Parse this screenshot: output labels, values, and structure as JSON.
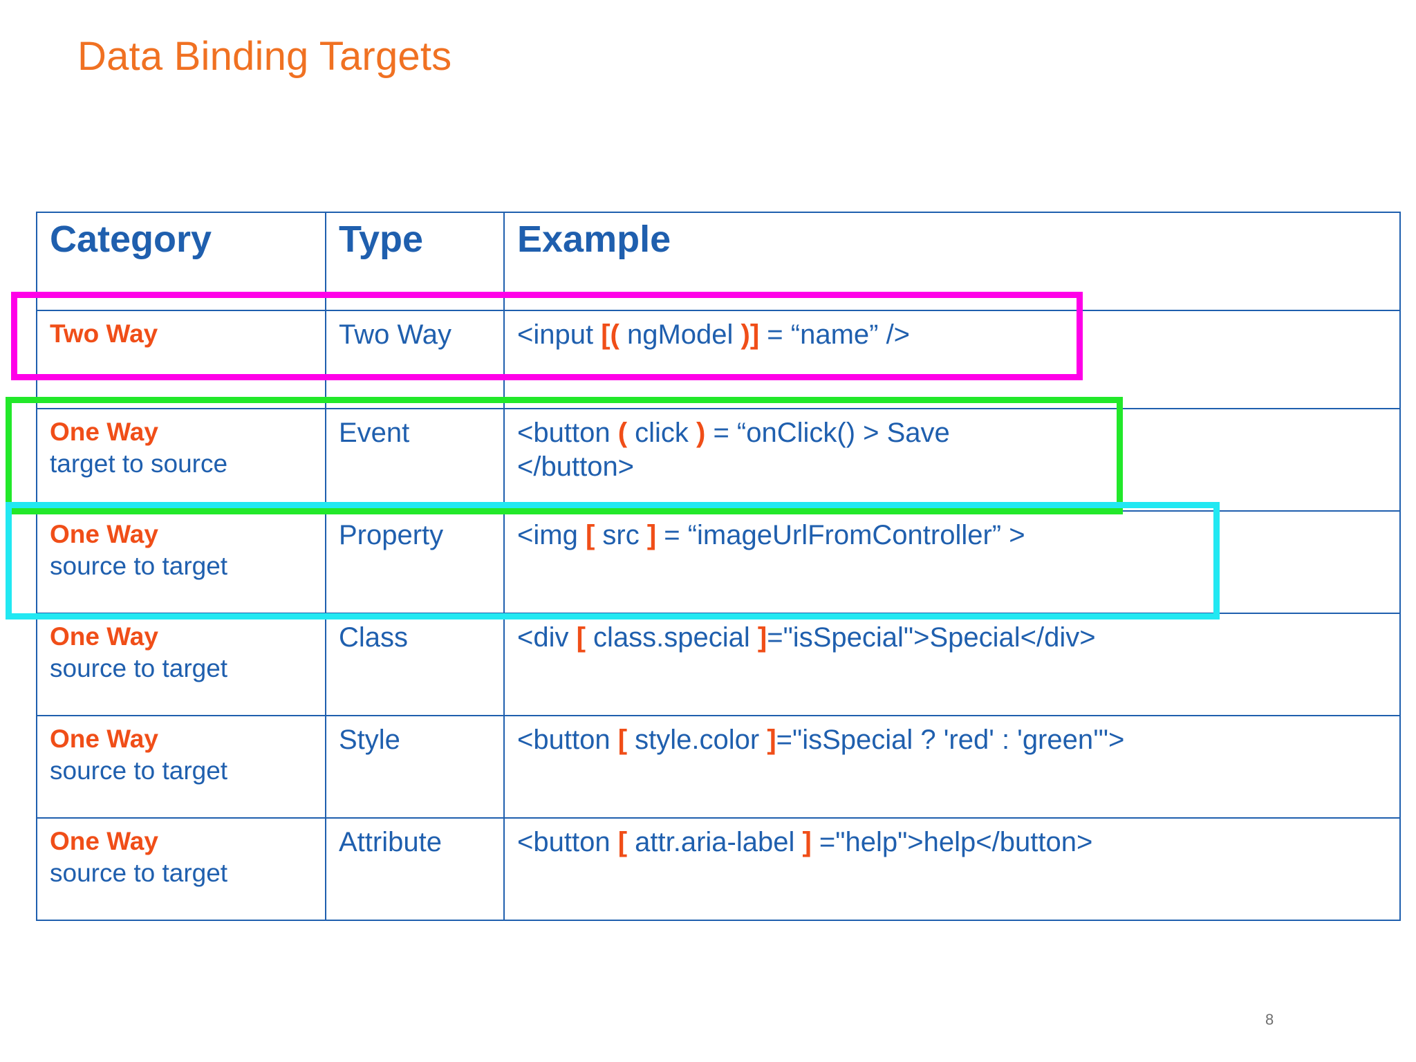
{
  "slide": {
    "title": "Data Binding Targets",
    "page_number": "8",
    "title_color": "#F07122",
    "table_border_color": "#1F5FAE",
    "header_text_color": "#1F5FAE",
    "category_accent_color": "#F04E18",
    "body_text_color": "#1F5FAE"
  },
  "table": {
    "headers": [
      "Category",
      "Type",
      "Example"
    ],
    "rows": [
      {
        "category_main": "Two Way",
        "category_sub": "",
        "type": "Two Way",
        "example_lines": [
          [
            {
              "t": "<input ",
              "mark": false
            },
            {
              "t": "[(",
              "mark": true
            },
            {
              "t": " ngModel ",
              "mark": false
            },
            {
              "t": ")]",
              "mark": true
            },
            {
              "t": " = “name” />",
              "mark": false
            }
          ]
        ]
      },
      {
        "category_main": "One Way",
        "category_sub": "target to source",
        "type": "Event",
        "example_lines": [
          [
            {
              "t": "<button ",
              "mark": false
            },
            {
              "t": "(",
              "mark": true
            },
            {
              "t": " click ",
              "mark": false
            },
            {
              "t": ")",
              "mark": true
            },
            {
              "t": " = “onClick() > Save",
              "mark": false
            }
          ],
          [
            {
              "t": "</button>",
              "mark": false
            }
          ]
        ]
      },
      {
        "category_main": "One Way",
        "category_sub": "source to target",
        "type": "Property",
        "example_lines": [
          [
            {
              "t": "<img ",
              "mark": false
            },
            {
              "t": "[",
              "mark": true
            },
            {
              "t": " src ",
              "mark": false
            },
            {
              "t": "]",
              "mark": true
            },
            {
              "t": " = “imageUrlFromController” >",
              "mark": false
            }
          ]
        ]
      },
      {
        "category_main": "One Way",
        "category_sub": "source to target",
        "type": "Class",
        "example_lines": [
          [
            {
              "t": "<div ",
              "mark": false
            },
            {
              "t": "[",
              "mark": true
            },
            {
              "t": " class.special ",
              "mark": false
            },
            {
              "t": "]",
              "mark": true
            },
            {
              "t": "=\"isSpecial\">Special</div>",
              "mark": false
            }
          ]
        ]
      },
      {
        "category_main": "One Way",
        "category_sub": "source to target",
        "type": "Style",
        "example_lines": [
          [
            {
              "t": "<button ",
              "mark": false
            },
            {
              "t": "[",
              "mark": true
            },
            {
              "t": " style.color ",
              "mark": false
            },
            {
              "t": "]",
              "mark": true
            },
            {
              "t": "=\"isSpecial ? 'red' : 'green'\">",
              "mark": false
            }
          ]
        ]
      },
      {
        "category_main": "One Way",
        "category_sub": "source to target",
        "type": "Attribute",
        "example_lines": [
          [
            {
              "t": "<button ",
              "mark": false
            },
            {
              "t": "[",
              "mark": true
            },
            {
              "t": " attr.aria-label ",
              "mark": false
            },
            {
              "t": "]",
              "mark": true
            },
            {
              "t": " =\"help\">help</button>",
              "mark": false
            }
          ]
        ]
      }
    ]
  },
  "highlights": [
    {
      "name": "two-way-highlight",
      "color": "#FF00E8"
    },
    {
      "name": "event-highlight",
      "color": "#22E82A"
    },
    {
      "name": "property-highlight",
      "color": "#22E8F2"
    }
  ]
}
